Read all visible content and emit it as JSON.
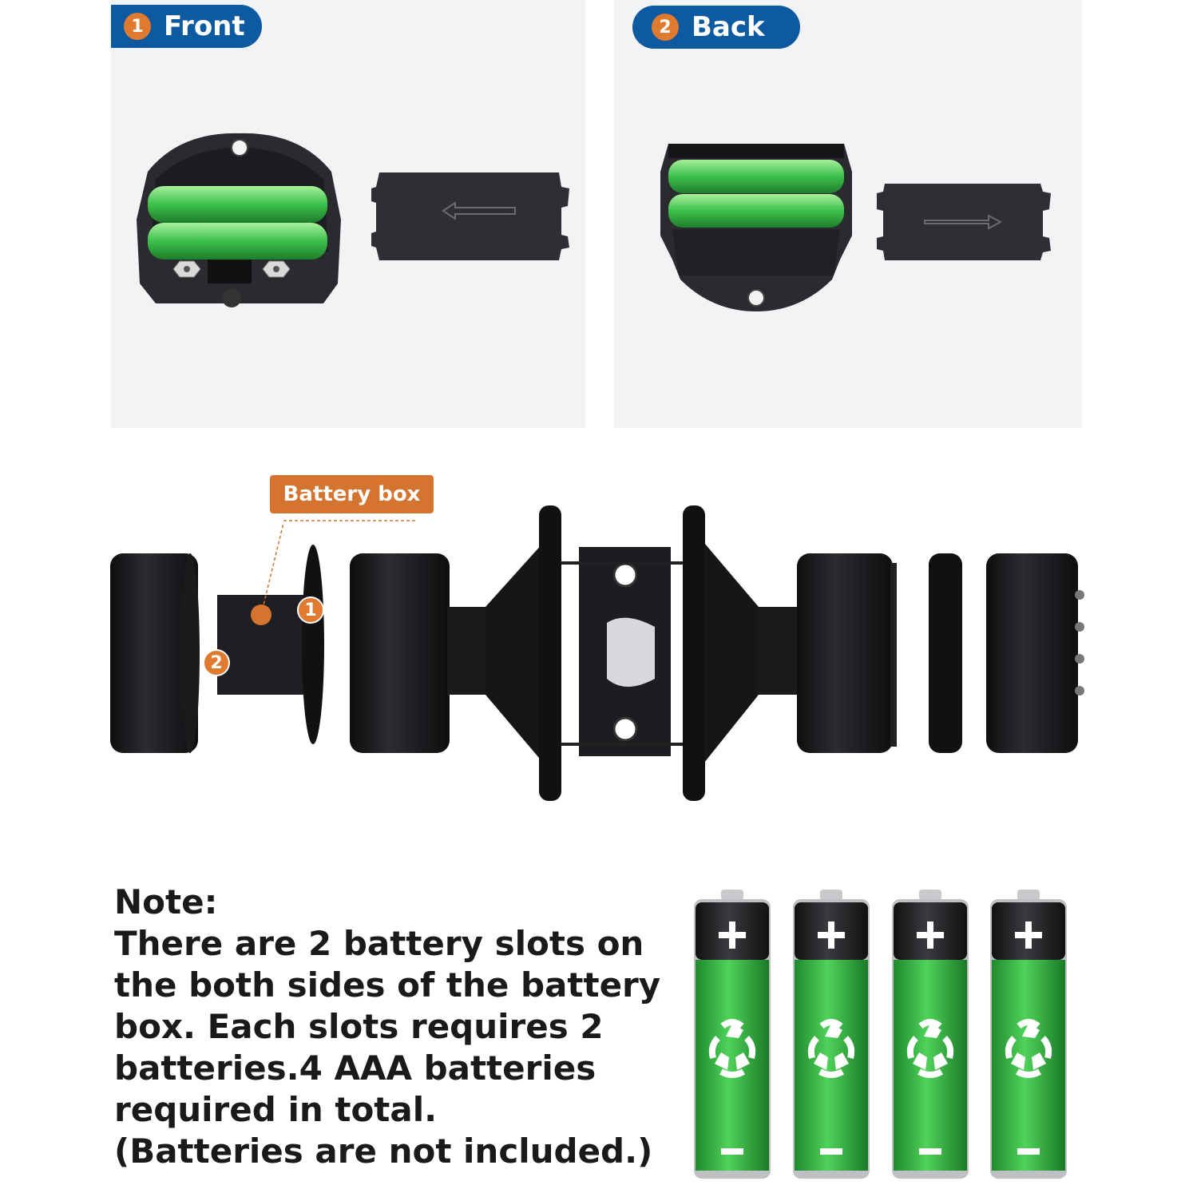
{
  "front_panel": {
    "number": "1",
    "label": "Front"
  },
  "back_panel": {
    "number": "2",
    "label": "Back"
  },
  "diagram": {
    "battery_box_label": "Battery box",
    "callout_1": "1",
    "callout_2": "2"
  },
  "note": {
    "lines": [
      "Note:",
      "There are 2 battery slots on",
      "the both sides of the battery",
      "box. Each slots requires 2",
      "batteries.4 AAA batteries",
      "required in total.",
      "(Batteries are not included.)"
    ]
  },
  "batteries": {
    "count": 4
  },
  "colors": {
    "badge_blue": "#0d5aa0",
    "accent_orange": "#d4742e",
    "battery_green": "#3cc04a",
    "panel_gray": "#f2f3f5"
  }
}
